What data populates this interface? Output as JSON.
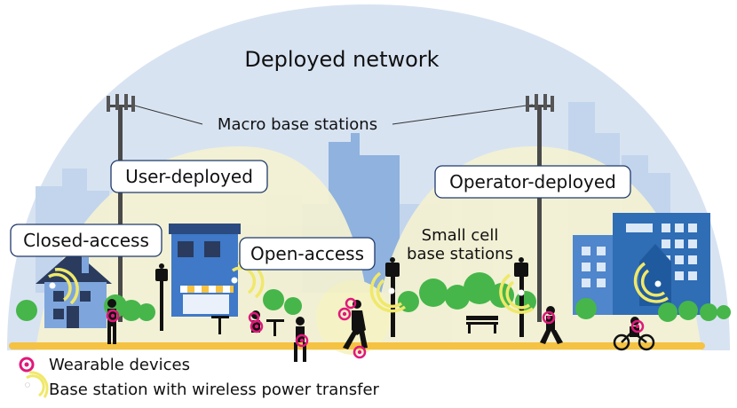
{
  "title": "Deployed network",
  "labels": {
    "macro": "Macro base stations",
    "user_deployed": "User-deployed",
    "operator_deployed": "Operator-deployed",
    "closed_access": "Closed-access",
    "open_access": "Open-access",
    "small_cell_line1": "Small cell",
    "small_cell_line2": "base stations"
  },
  "legend": {
    "wearable": "Wearable devices",
    "base_station_wpt": "Base station with wireless power transfer"
  },
  "colors": {
    "dome": "#d8e3f2",
    "skyline_light": "#b9cfe8",
    "skyline_mid": "#8fb2de",
    "skyline_dark": "#5f93d1",
    "coverage": "#f4f1cf",
    "road": "#f5c242",
    "wearable": "#e0187a",
    "wpt": "#f0e86a",
    "tree": "#46b64a",
    "house": "#6f9ad6",
    "building": "#2f6db5",
    "label_border": "#1f3a6a"
  }
}
